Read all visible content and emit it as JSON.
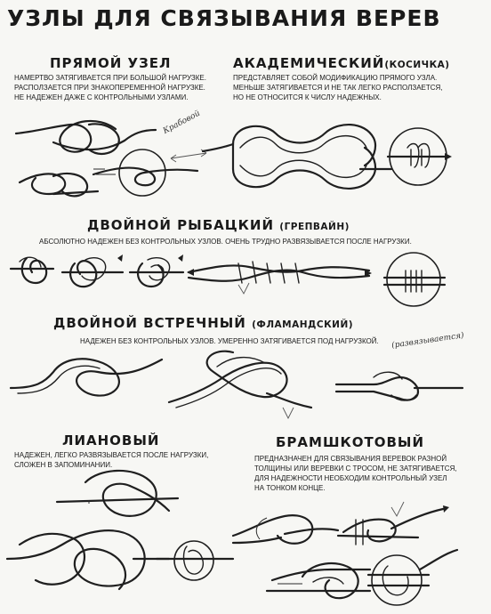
{
  "page": {
    "title": "УЗЛЫ ДЛЯ СВЯЗЫВАНИЯ ВЕРЕВ"
  },
  "sections": {
    "reef": {
      "heading": "ПРЯМОЙ УЗЕЛ",
      "lines": [
        "НАМЕРТВО ЗАТЯГИВАЕТСЯ ПРИ БОЛЬШОЙ НАГРУЗКЕ.",
        "РАСПОЛЗАЕТСЯ ПРИ ЗНАКОПЕРЕМЕННОЙ НАГРУЗКЕ.",
        "НЕ НАДЕЖЕН ДАЖЕ С КОНТРОЛЬНЫМИ УЗЛАМИ."
      ]
    },
    "academic": {
      "heading": "АКАДЕМИЧЕСКИЙ",
      "subheading": "(КОСИЧКА)",
      "lines": [
        "ПРЕДСТАВЛЯЕТ СОБОЙ МОДИФИКАЦИЮ ПРЯМОГО УЗЛА.",
        "МЕНЬШЕ ЗАТЯГИВАЕТСЯ И НЕ ТАК ЛЕГКО РАСПОЛЗАЕТСЯ,",
        "НО НЕ ОТНОСИТСЯ К ЧИСЛУ НАДЕЖНЫХ."
      ],
      "handwritten": "Крабовой"
    },
    "fisherman": {
      "heading": "ДВОЙНОЙ РЫБАЦКИЙ",
      "subheading": "(ГРЕПВАЙН)",
      "line": "АБСОЛЮТНО НАДЕЖЕН БЕЗ КОНТРОЛЬНЫХ УЗЛОВ.  ОЧЕНЬ ТРУДНО РАЗВЯЗЫВАЕТСЯ ПОСЛЕ НАГРУЗКИ."
    },
    "flemish": {
      "heading": "ДВОЙНОЙ ВСТРЕЧНЫЙ",
      "subheading": "(ФЛАМАНДСКИЙ)",
      "line": "НАДЕЖЕН БЕЗ КОНТРОЛЬНЫХ УЗЛОВ.  УМЕРЕННО ЗАТЯГИВАЕТСЯ ПОД НАГРУЗКОЙ.",
      "handwritten": "(развязывается)"
    },
    "liana": {
      "heading": "ЛИАНОВЫЙ",
      "lines": [
        "НАДЕЖЕН, ЛЕГКО РАЗВЯЗЫВАЕТСЯ ПОСЛЕ НАГРУЗКИ,",
        "СЛОЖЕН В ЗАПОМИНАНИИ."
      ]
    },
    "sheet": {
      "heading": "БРАМШКОТОВЫЙ",
      "lines": [
        "ПРЕДНАЗНАЧЕН ДЛЯ СВЯЗЫВАНИЯ ВЕРЕВОК РАЗНОЙ",
        "ТОЛЩИНЫ ИЛИ ВЕРЕВКИ С ТРОСОМ, НЕ ЗАТЯГИВАЕТСЯ,",
        "ДЛЯ НАДЕЖНОСТИ НЕОБХОДИМ КОНТРОЛЬНЫЙ УЗЕЛ",
        "НА ТОНКОМ КОНЦЕ."
      ]
    }
  }
}
